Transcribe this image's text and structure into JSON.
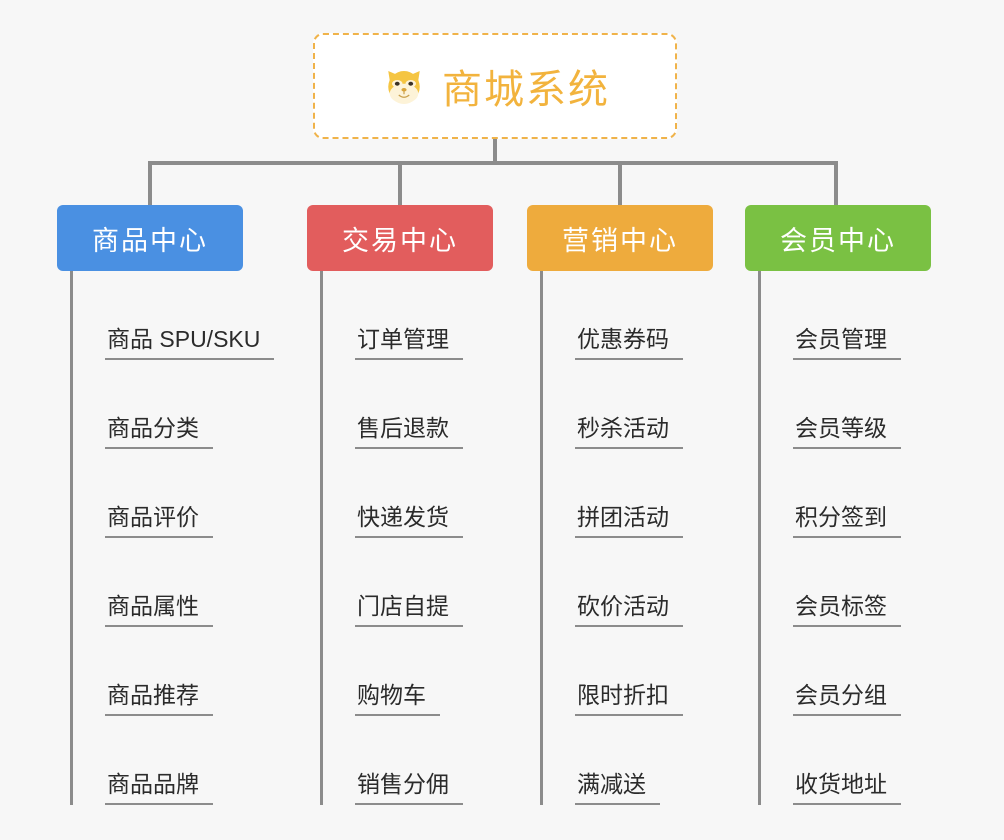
{
  "root": {
    "icon": "dog-face-icon",
    "title": "商城系统",
    "title_color": "#f2b33d",
    "border_color": "#f0b34a",
    "background": "#ffffff"
  },
  "page": {
    "background": "#f7f7f7",
    "line_color": "#8c8c8c"
  },
  "categories": [
    {
      "label": "商品中心",
      "color": "#4a90e2",
      "items": [
        "商品 SPU/SKU",
        "商品分类",
        "商品评价",
        "商品属性",
        "商品推荐",
        "商品品牌"
      ]
    },
    {
      "label": "交易中心",
      "color": "#e25d5d",
      "items": [
        "订单管理",
        "售后退款",
        "快递发货",
        "门店自提",
        "购物车",
        "销售分佣"
      ]
    },
    {
      "label": "营销中心",
      "color": "#eeab3d",
      "items": [
        "优惠券码",
        "秒杀活动",
        "拼团活动",
        "砍价活动",
        "限时折扣",
        "满减送"
      ]
    },
    {
      "label": "会员中心",
      "color": "#7ac143",
      "items": [
        "会员管理",
        "会员等级",
        "积分签到",
        "会员标签",
        "会员分组",
        "收货地址"
      ]
    }
  ]
}
